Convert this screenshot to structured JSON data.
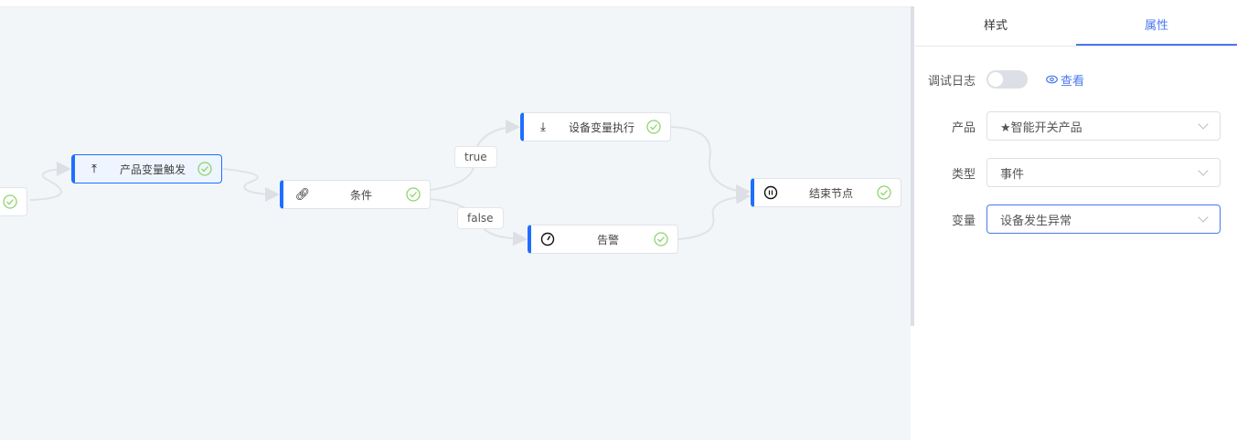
{
  "flow": {
    "nodes": [
      {
        "id": "prev",
        "label": ""
      },
      {
        "id": "trigger",
        "label": "产品变量触发",
        "icon": "upload-icon"
      },
      {
        "id": "condition",
        "label": "条件",
        "icon": "link-icon"
      },
      {
        "id": "exec",
        "label": "设备变量执行",
        "icon": "download-icon"
      },
      {
        "id": "alarm",
        "label": "告警",
        "icon": "gauge-icon"
      },
      {
        "id": "end",
        "label": "结束节点",
        "icon": "pause-circle-icon"
      }
    ],
    "edge_labels": {
      "true": "true",
      "false": "false"
    }
  },
  "panel": {
    "tabs": [
      "样式",
      "属性"
    ],
    "active_tab": "属性",
    "debug_label": "调试日志",
    "debug_on": false,
    "view_label": "查看",
    "fields": [
      {
        "label": "产品",
        "value": "★智能开关产品"
      },
      {
        "label": "类型",
        "value": "事件"
      },
      {
        "label": "变量",
        "value": "设备发生异常"
      }
    ]
  },
  "colors": {
    "accent": "#1e6fff",
    "tab_active": "#4a78f0",
    "success": "#8fd46e",
    "canvas": "#f3f6f9"
  }
}
